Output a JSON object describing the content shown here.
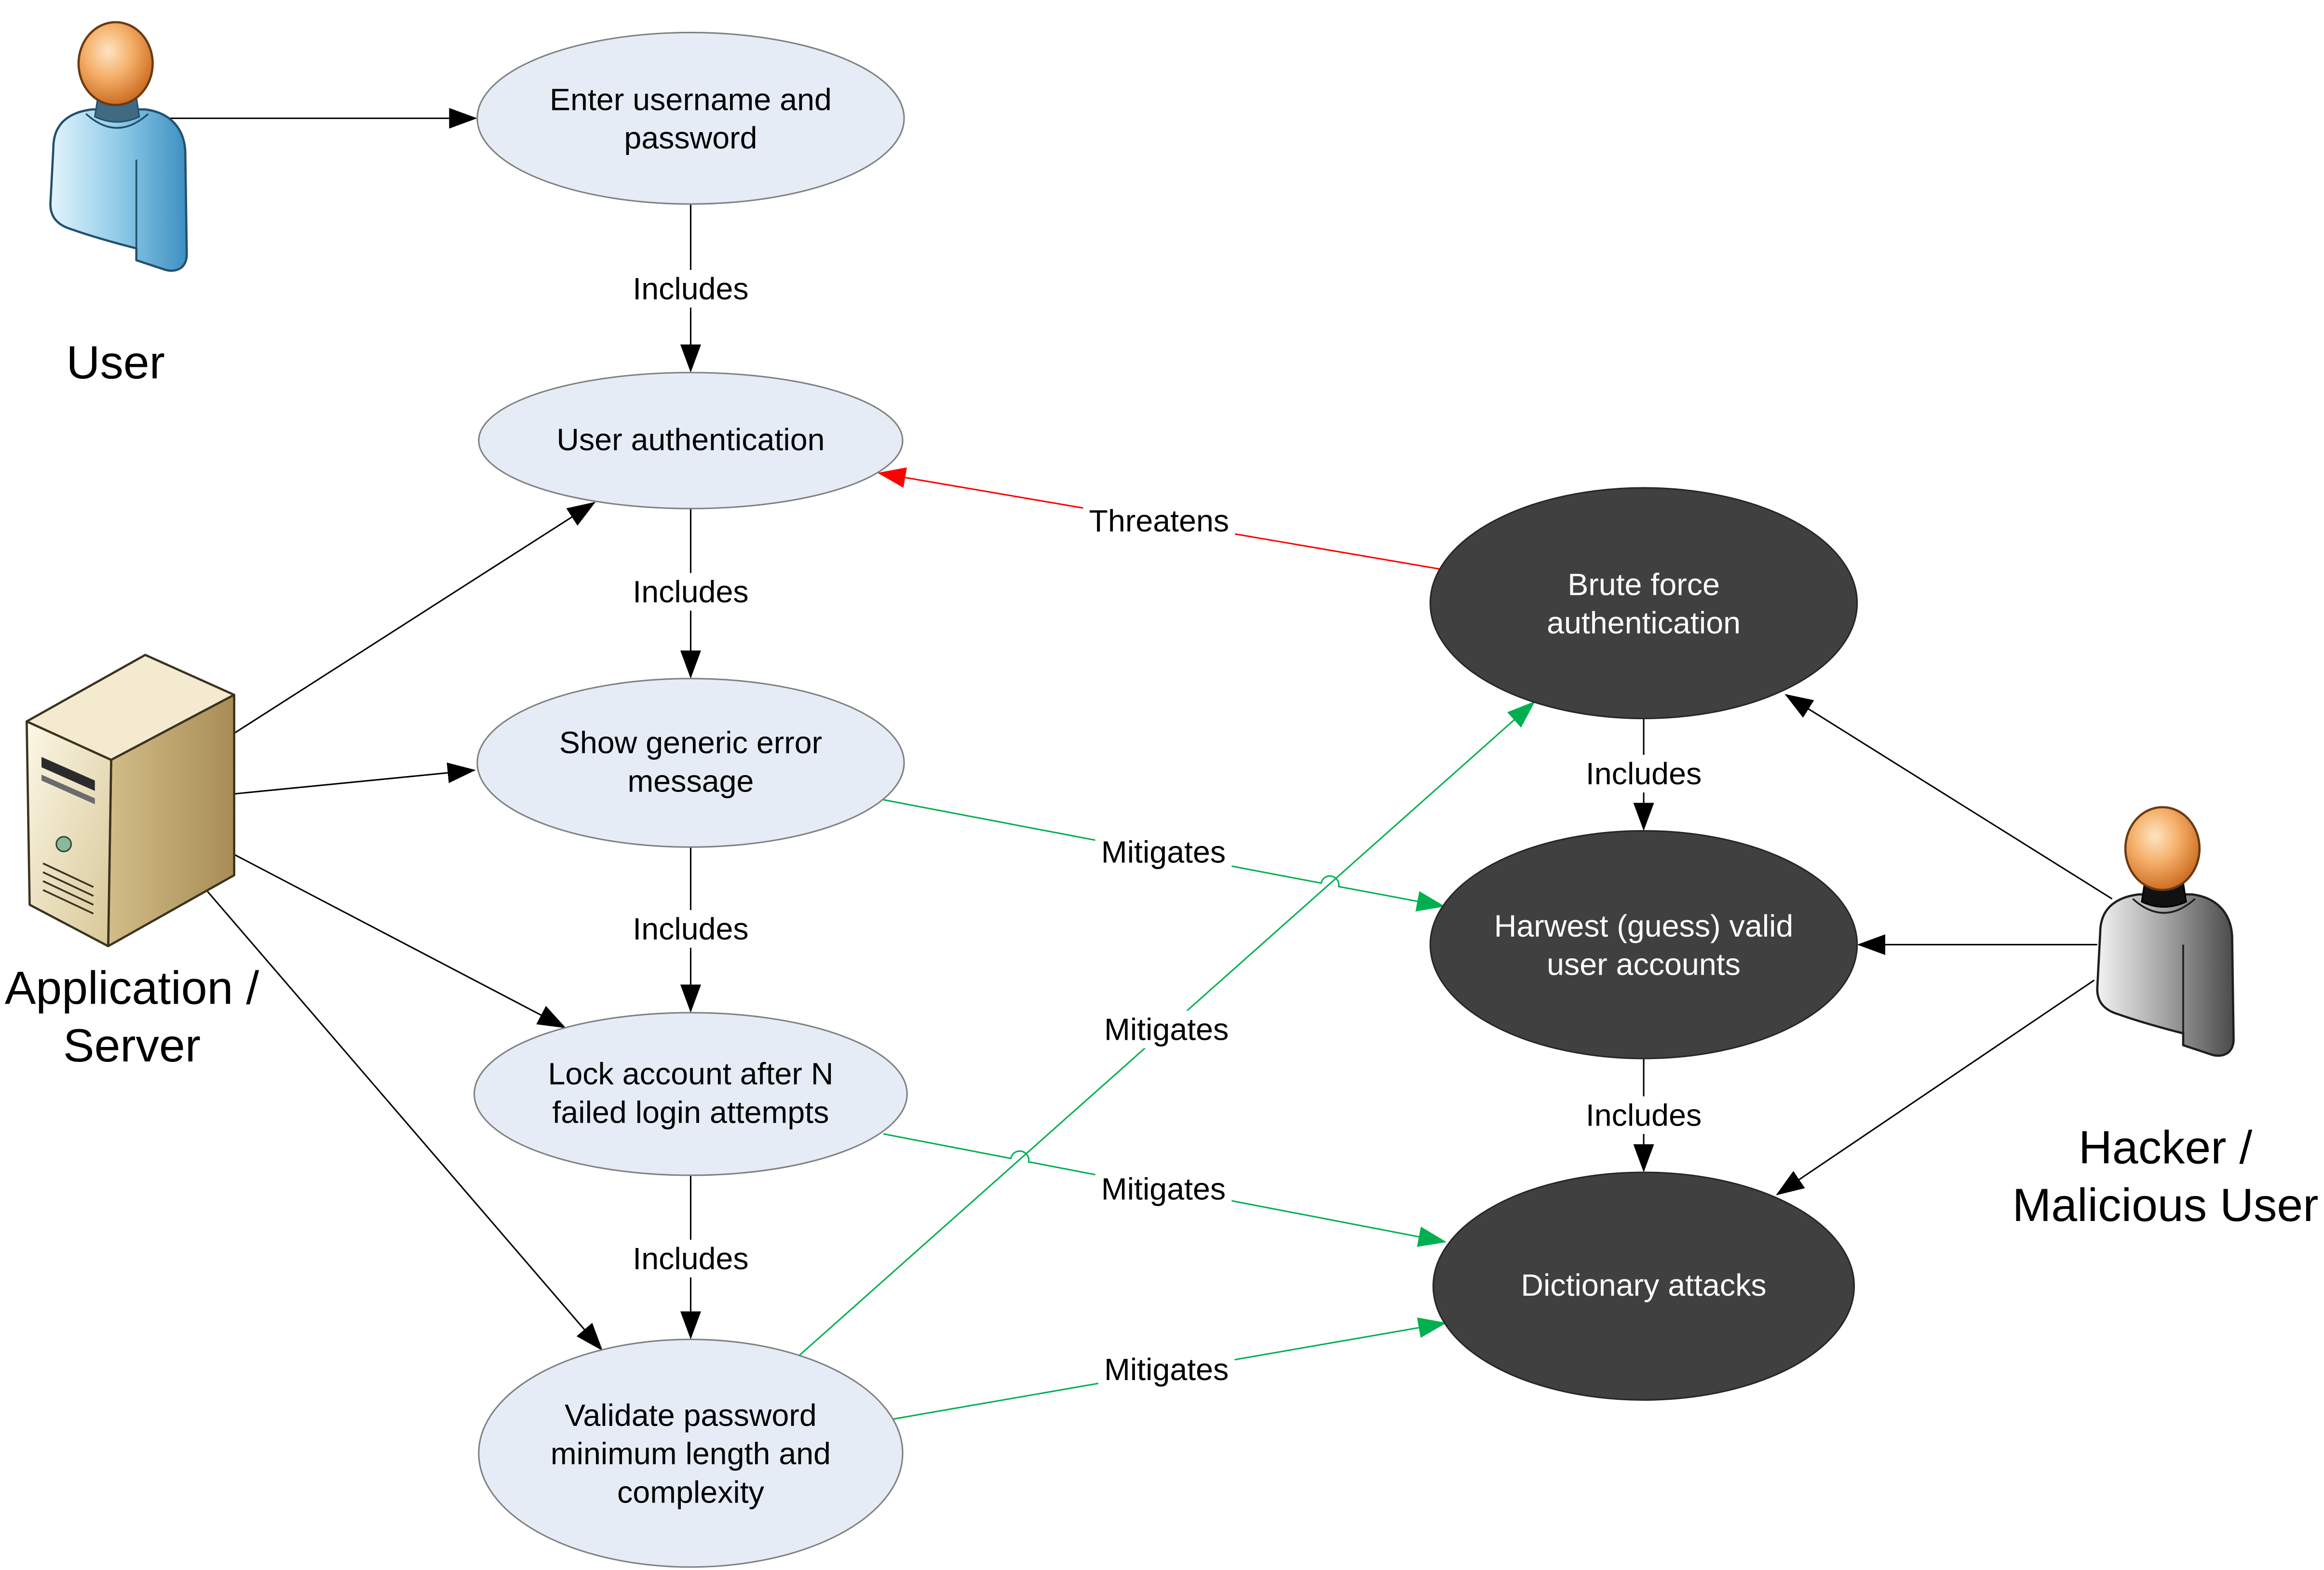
{
  "diagram": {
    "actors": {
      "user": {
        "label": "User",
        "icon": "user-icon"
      },
      "server": {
        "lines": [
          "Application /",
          "Server"
        ],
        "icon": "server-icon"
      },
      "hacker": {
        "lines": [
          "Hacker /",
          "Malicious User"
        ],
        "icon": "hacker-icon"
      }
    },
    "use_cases": [
      {
        "lines": [
          "Enter username and",
          "password"
        ]
      },
      {
        "lines": [
          "User authentication"
        ]
      },
      {
        "lines": [
          "Show generic error",
          "message"
        ]
      },
      {
        "lines": [
          "Lock account after N",
          "failed login attempts"
        ]
      },
      {
        "lines": [
          "Validate password",
          "minimum length and",
          "complexity"
        ]
      }
    ],
    "threats": [
      {
        "lines": [
          "Brute force",
          "authentication"
        ]
      },
      {
        "lines": [
          "Harwest (guess) valid",
          "user accounts"
        ]
      },
      {
        "lines": [
          "Dictionary attacks"
        ]
      }
    ],
    "relation_labels": [
      "Includes",
      "Includes",
      "Includes",
      "Includes",
      "Threatens",
      "Includes",
      "Includes",
      "Mitigates",
      "Mitigates",
      "Mitigates",
      "Mitigates"
    ]
  },
  "colors": {
    "use_case_fill": "#E6ECF6",
    "use_case_stroke": "#808080",
    "threat_fill": "#404040",
    "threat_text": "#FFFFFF",
    "association": "#000000",
    "threatens": "#FF0000",
    "mitigates": "#00B050"
  }
}
